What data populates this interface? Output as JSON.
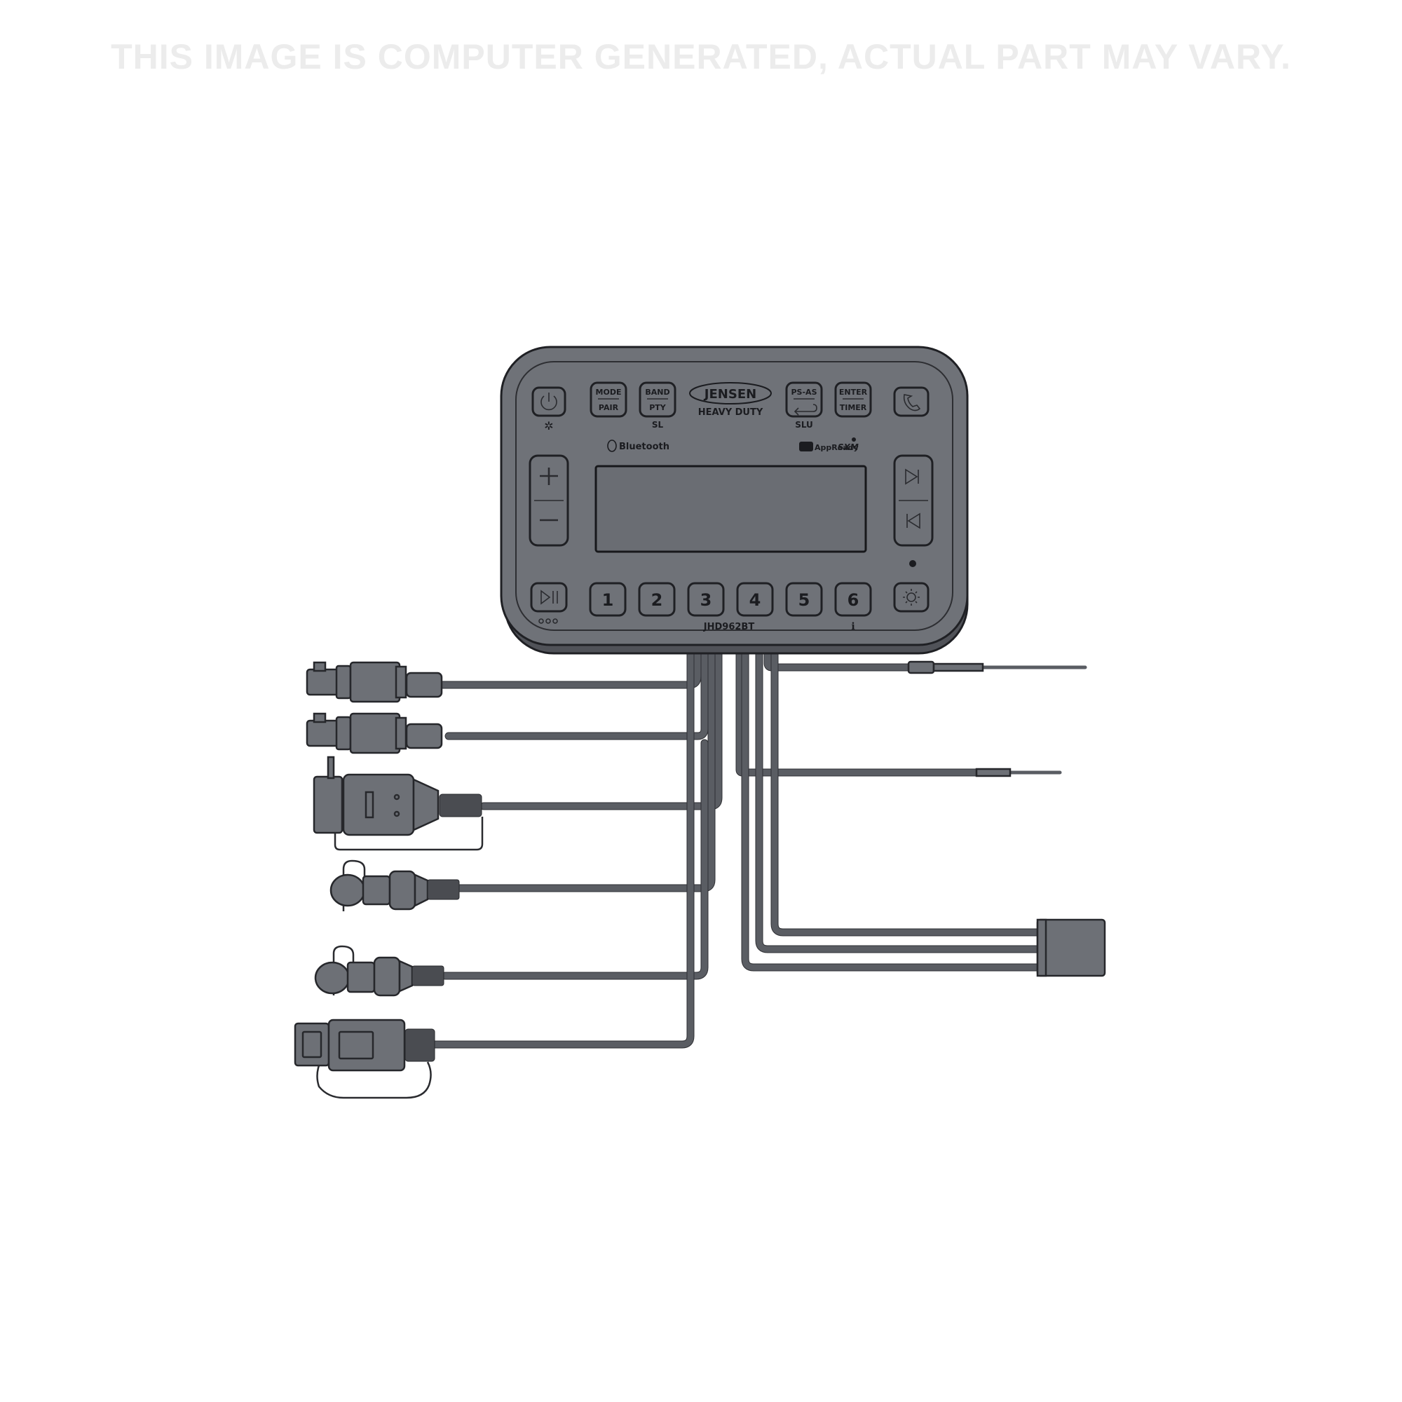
{
  "disclaimer": "THIS IMAGE IS COMPUTER GENERATED, ACTUAL PART MAY VARY.",
  "brand": {
    "logo": "JENSEN",
    "sub": "HEAVY DUTY"
  },
  "model": "JHD962BT",
  "top_buttons": [
    {
      "top": "MODE",
      "bottom": "PAIR",
      "under": ""
    },
    {
      "top": "BAND",
      "bottom": "PTY",
      "under": "SL"
    },
    {
      "top": "PS-AS",
      "bottom": "",
      "under": "SLU"
    },
    {
      "top": "ENTER",
      "bottom": "TIMER",
      "under": ""
    }
  ],
  "bluetooth_label": "Bluetooth",
  "app_label": "AppReady",
  "siriusxm_label": "SXM",
  "presets": [
    "1",
    "2",
    "3",
    "4",
    "5",
    "6"
  ],
  "colors": {
    "body": "#6f7278",
    "outline": "#1f2024",
    "wire": "#5a5d63"
  },
  "icons": [
    "power-icon",
    "phone-icon",
    "volume-up-icon",
    "volume-down-icon",
    "next-track-icon",
    "previous-track-icon",
    "play-pause-icon",
    "dimmer-icon",
    "bluetooth-icon",
    "ambient-light-icon"
  ]
}
